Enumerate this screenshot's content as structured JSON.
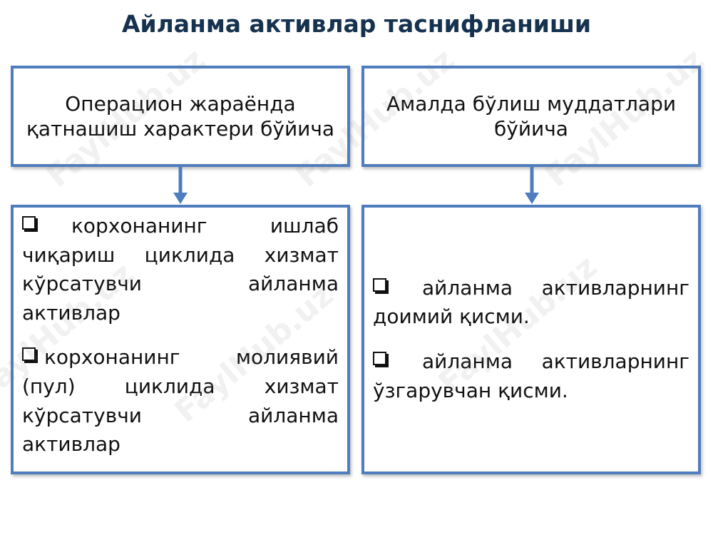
{
  "title": "Айланма активлар таснифланиши",
  "watermark": "FaylHub.uz",
  "colors": {
    "border": "#4f7dbd",
    "arrow": "#4f7dbd",
    "title": "#16324f"
  },
  "left": {
    "header": [
      "Операцион жараёнда",
      "қатнашиш характери бўйича"
    ],
    "items": [
      "корхонанинг ишлаб чиқариш циклида хизмат кўрсатувчи айланма активлар",
      "корхонанинг молиявий (пул) циклида хизмат кўрсатувчи айланма активлар"
    ]
  },
  "right": {
    "header": [
      "Амалда бўлиш муддатлари",
      "бўйича"
    ],
    "items": [
      "айланма активларнинг доимий қисми.",
      "айланма активларнинг ўзгарувчан қисми."
    ]
  }
}
